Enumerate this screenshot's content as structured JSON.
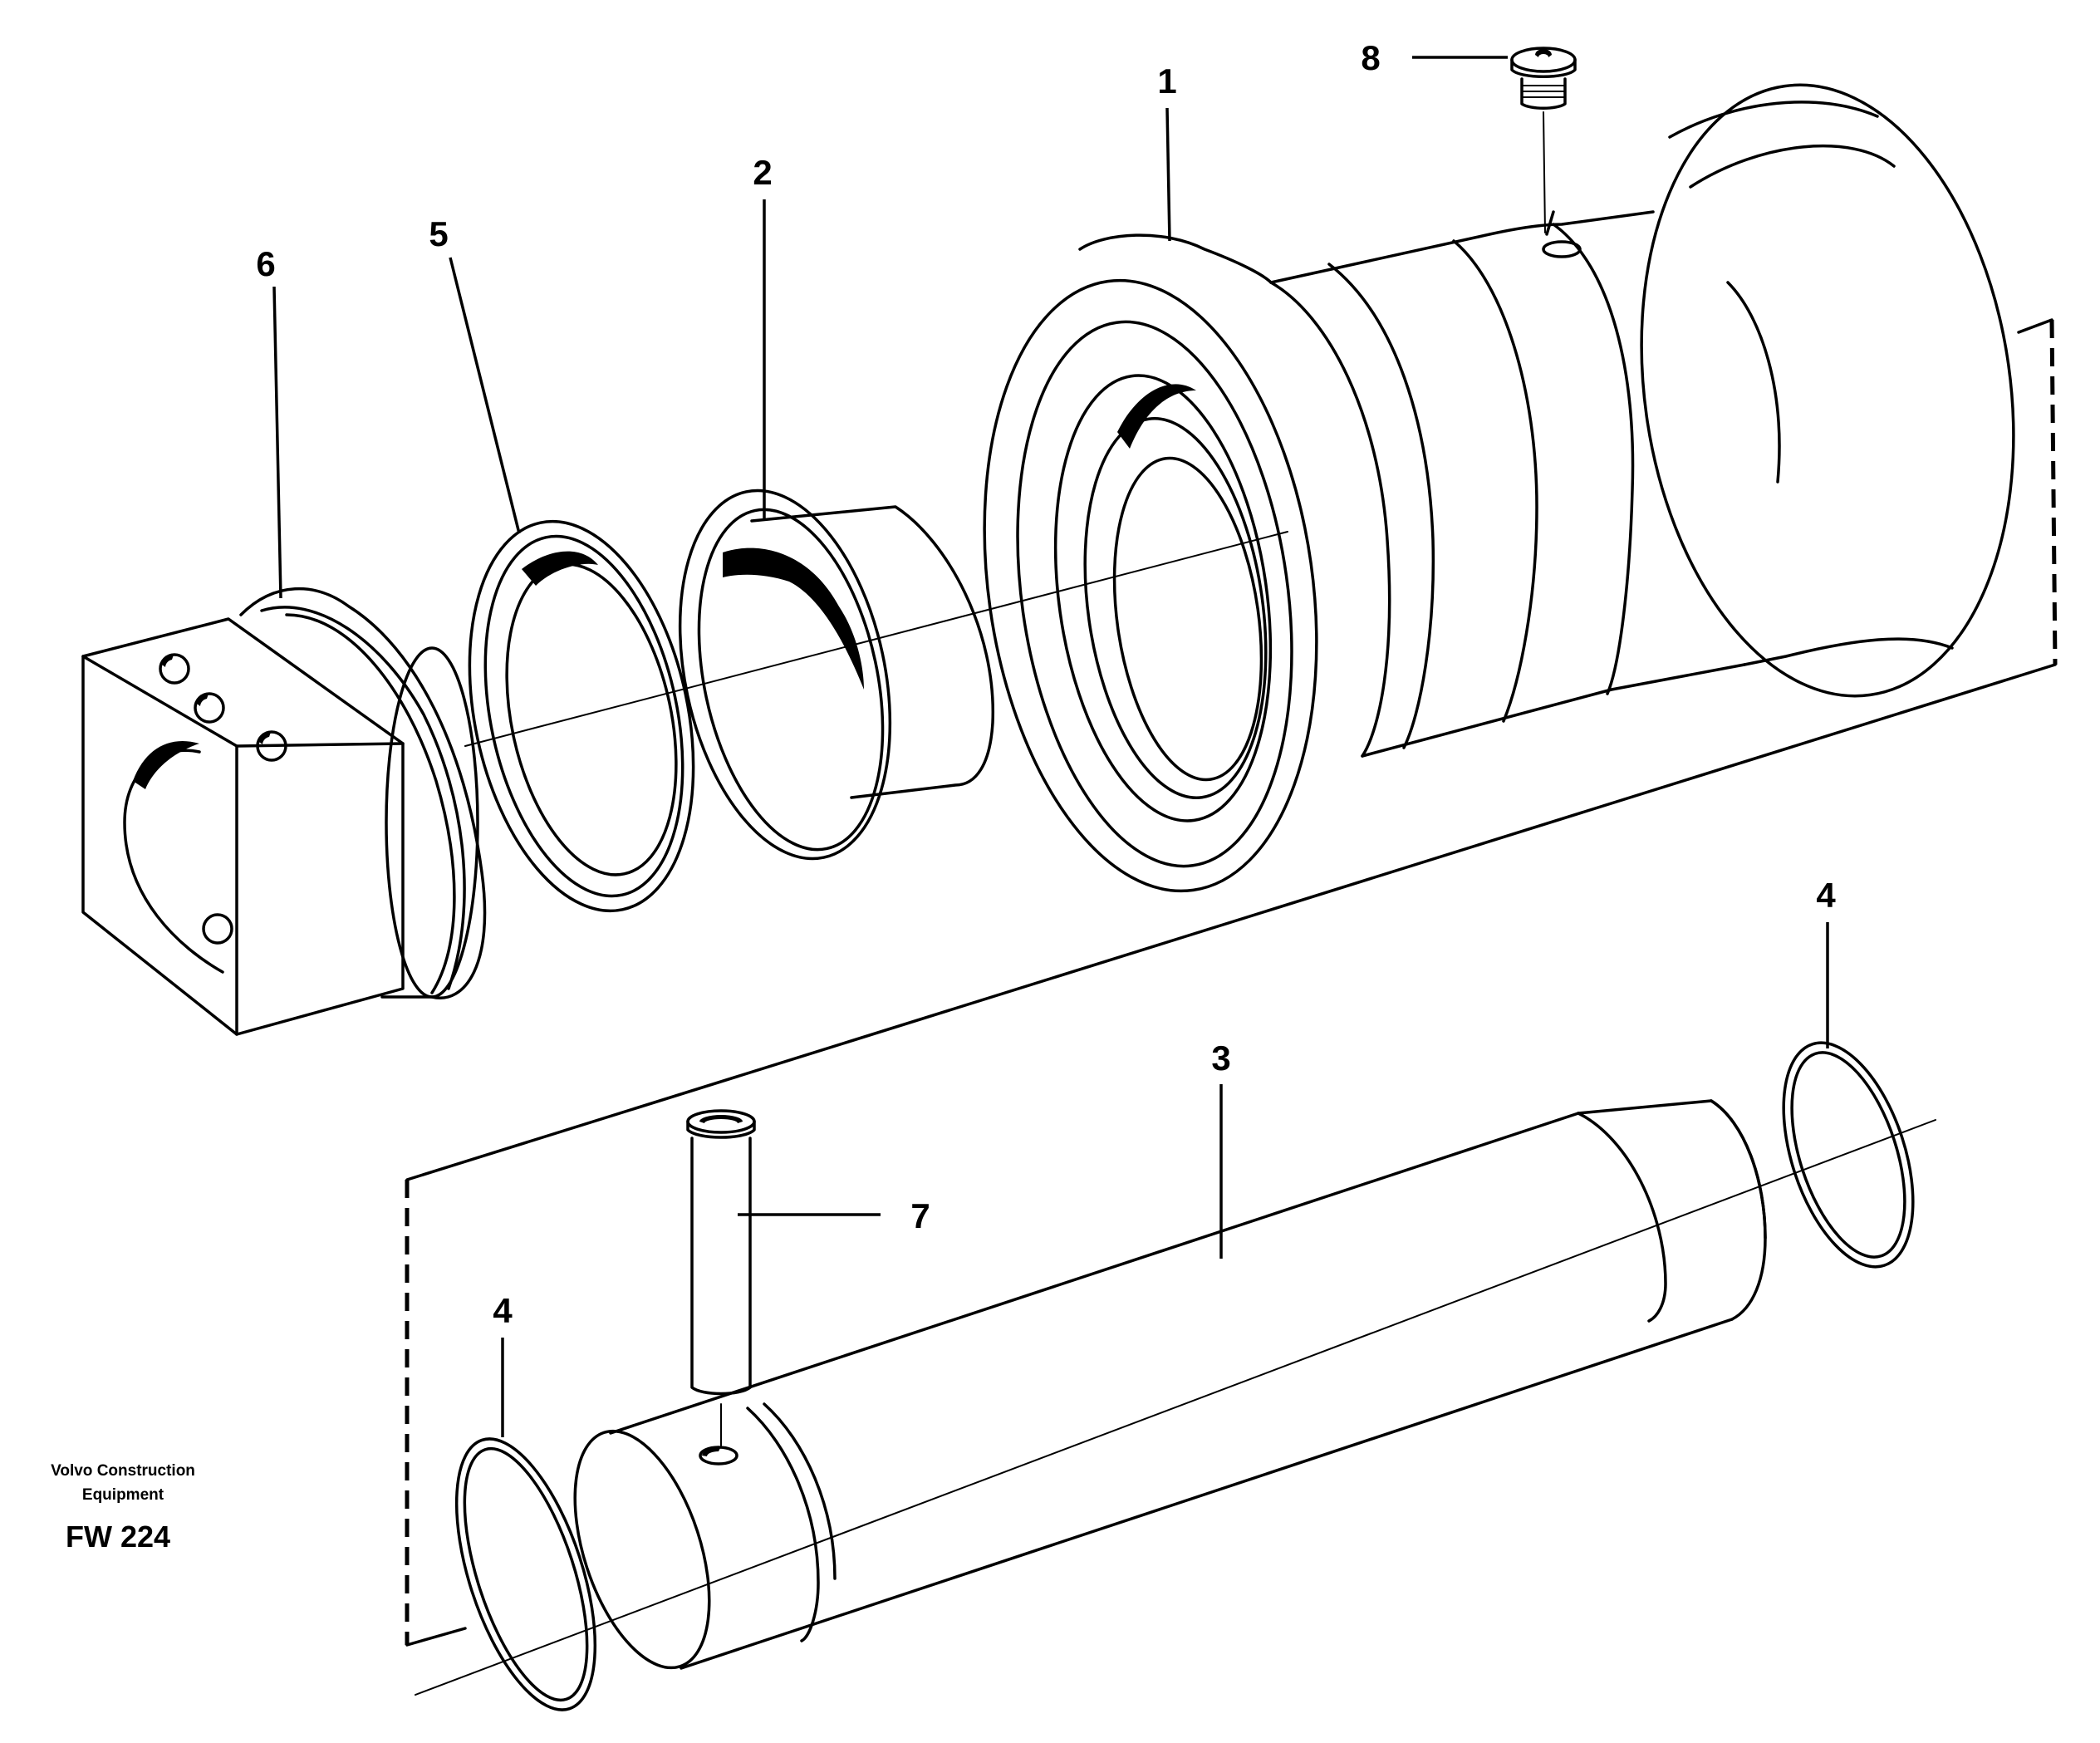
{
  "callouts": {
    "p1": "1",
    "p2": "2",
    "p3": "3",
    "p4a": "4",
    "p4b": "4",
    "p5": "5",
    "p6": "6",
    "p7": "7",
    "p8": "8"
  },
  "credit": {
    "line1": "Volvo Construction",
    "line2": "Equipment"
  },
  "figure_id": "FW 224"
}
